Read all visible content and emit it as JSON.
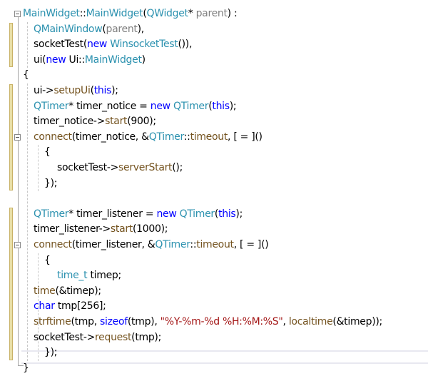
{
  "editor": {
    "language": "C++",
    "colors": {
      "type": "#2b91af",
      "keyword": "#0000ff",
      "function": "#74531f",
      "parameter": "#808080",
      "string": "#a31515",
      "plain": "#000000",
      "change_marker": "#e9dfa6"
    },
    "lines": [
      {
        "indent": 0,
        "tokens": [
          [
            "type",
            "MainWidget"
          ],
          [
            "plain",
            "::"
          ],
          [
            "type",
            "MainWidget"
          ],
          [
            "plain",
            "("
          ],
          [
            "type",
            "QWidget"
          ],
          [
            "plain",
            "* "
          ],
          [
            "param",
            "parent"
          ],
          [
            "plain",
            ") :"
          ]
        ]
      },
      {
        "indent": 1,
        "tokens": [
          [
            "type",
            "QMainWindow"
          ],
          [
            "plain",
            "("
          ],
          [
            "param",
            "parent"
          ],
          [
            "plain",
            "),"
          ]
        ]
      },
      {
        "indent": 1,
        "tokens": [
          [
            "plain",
            "socketTest("
          ],
          [
            "kw",
            "new"
          ],
          [
            "plain",
            " "
          ],
          [
            "type",
            "WinsocketTest"
          ],
          [
            "plain",
            "()),"
          ]
        ]
      },
      {
        "indent": 1,
        "tokens": [
          [
            "plain",
            "ui("
          ],
          [
            "kw",
            "new"
          ],
          [
            "plain",
            " Ui::"
          ],
          [
            "type",
            "MainWidget"
          ],
          [
            "plain",
            ")"
          ]
        ]
      },
      {
        "indent": 0,
        "tokens": [
          [
            "plain",
            "{"
          ]
        ]
      },
      {
        "indent": 1,
        "tokens": [
          [
            "plain",
            "ui->"
          ],
          [
            "fn",
            "setupUi"
          ],
          [
            "plain",
            "("
          ],
          [
            "kw",
            "this"
          ],
          [
            "plain",
            ");"
          ]
        ]
      },
      {
        "indent": 1,
        "tokens": [
          [
            "type",
            "QTimer"
          ],
          [
            "plain",
            "* timer_notice = "
          ],
          [
            "kw",
            "new"
          ],
          [
            "plain",
            " "
          ],
          [
            "type",
            "QTimer"
          ],
          [
            "plain",
            "("
          ],
          [
            "kw",
            "this"
          ],
          [
            "plain",
            ");"
          ]
        ]
      },
      {
        "indent": 1,
        "tokens": [
          [
            "plain",
            "timer_notice->"
          ],
          [
            "fn",
            "start"
          ],
          [
            "plain",
            "(900);"
          ]
        ]
      },
      {
        "indent": 1,
        "tokens": [
          [
            "fn",
            "connect"
          ],
          [
            "plain",
            "(timer_notice, &"
          ],
          [
            "type",
            "QTimer"
          ],
          [
            "plain",
            "::"
          ],
          [
            "fn",
            "timeout"
          ],
          [
            "plain",
            ", [ = ]()"
          ]
        ]
      },
      {
        "indent": 2,
        "tokens": [
          [
            "plain",
            "{"
          ]
        ]
      },
      {
        "indent": 3,
        "tokens": [
          [
            "plain",
            "socketTest->"
          ],
          [
            "fn",
            "serverStart"
          ],
          [
            "plain",
            "();"
          ]
        ]
      },
      {
        "indent": 2,
        "tokens": [
          [
            "plain",
            "});"
          ]
        ]
      },
      {
        "indent": 0,
        "tokens": []
      },
      {
        "indent": 1,
        "tokens": [
          [
            "type",
            "QTimer"
          ],
          [
            "plain",
            "* timer_listener = "
          ],
          [
            "kw",
            "new"
          ],
          [
            "plain",
            " "
          ],
          [
            "type",
            "QTimer"
          ],
          [
            "plain",
            "("
          ],
          [
            "kw",
            "this"
          ],
          [
            "plain",
            ");"
          ]
        ]
      },
      {
        "indent": 1,
        "tokens": [
          [
            "plain",
            "timer_listener->"
          ],
          [
            "fn",
            "start"
          ],
          [
            "plain",
            "(1000);"
          ]
        ]
      },
      {
        "indent": 1,
        "tokens": [
          [
            "fn",
            "connect"
          ],
          [
            "plain",
            "(timer_listener, &"
          ],
          [
            "type",
            "QTimer"
          ],
          [
            "plain",
            "::"
          ],
          [
            "fn",
            "timeout"
          ],
          [
            "plain",
            ", [ = ]()"
          ]
        ]
      },
      {
        "indent": 2,
        "tokens": [
          [
            "plain",
            "{"
          ]
        ]
      },
      {
        "indent": 3,
        "tokens": [
          [
            "type",
            "time_t"
          ],
          [
            "plain",
            " timep;"
          ]
        ]
      },
      {
        "indent": 1,
        "tokens": [
          [
            "fn",
            "time"
          ],
          [
            "plain",
            "(&timep);"
          ]
        ]
      },
      {
        "indent": 1,
        "tokens": [
          [
            "kw",
            "char"
          ],
          [
            "plain",
            " tmp[256];"
          ]
        ]
      },
      {
        "indent": 1,
        "tokens": [
          [
            "fn",
            "strftime"
          ],
          [
            "plain",
            "(tmp, "
          ],
          [
            "kw",
            "sizeof"
          ],
          [
            "plain",
            "(tmp), "
          ],
          [
            "str",
            "\"%Y-%m-%d %H:%M:%S\""
          ],
          [
            "plain",
            ", "
          ],
          [
            "fn",
            "localtime"
          ],
          [
            "plain",
            "(&timep));"
          ]
        ]
      },
      {
        "indent": 1,
        "tokens": [
          [
            "plain",
            "socketTest->"
          ],
          [
            "fn",
            "request"
          ],
          [
            "plain",
            "(tmp);"
          ]
        ]
      },
      {
        "indent": 2,
        "tokens": [
          [
            "plain",
            "});"
          ]
        ]
      },
      {
        "indent": 0,
        "tokens": [
          [
            "plain",
            "}"
          ]
        ]
      }
    ],
    "fold_lines": [
      0,
      8,
      15
    ],
    "change_markers": [
      [
        1,
        3
      ],
      [
        5,
        11
      ],
      [
        13,
        22
      ]
    ],
    "current_line": 23
  }
}
